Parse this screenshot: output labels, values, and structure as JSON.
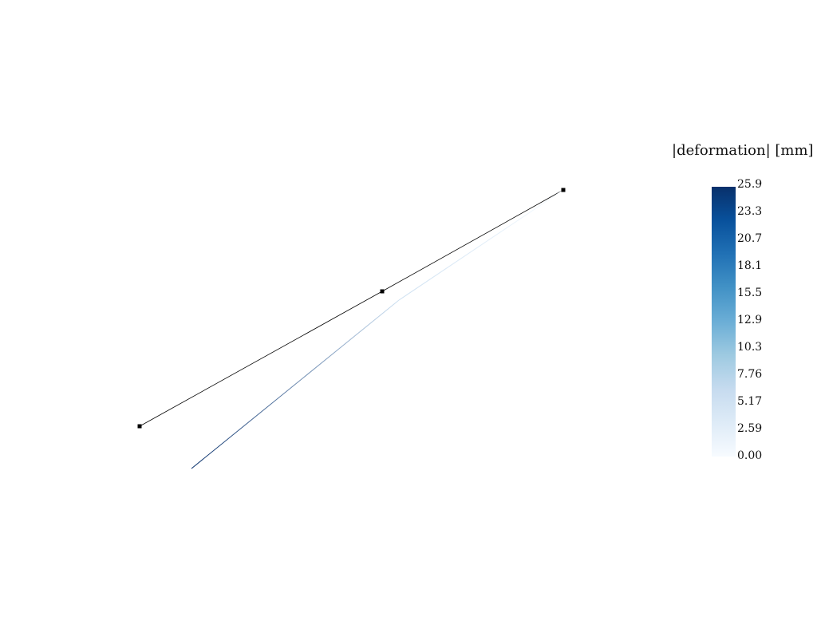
{
  "legend": {
    "title": "|deformation|  [mm]",
    "min_value": 0.0,
    "max_value": 25.9,
    "ticks": [
      "25.9",
      "23.3",
      "20.7",
      "18.1",
      "15.5",
      "12.9",
      "10.3",
      "7.76",
      "5.17",
      "2.59",
      "0.00"
    ],
    "colormap": [
      "#f7fbff",
      "#deebf7",
      "#c6dbef",
      "#9ecae1",
      "#6baed6",
      "#4292c6",
      "#2171b5",
      "#08519c",
      "#08306b"
    ]
  },
  "colors": {
    "undeformed": "#000000",
    "background": "#ffffff"
  },
  "deformed_deformation_values": [
    25.9,
    5.5,
    0.0
  ]
}
